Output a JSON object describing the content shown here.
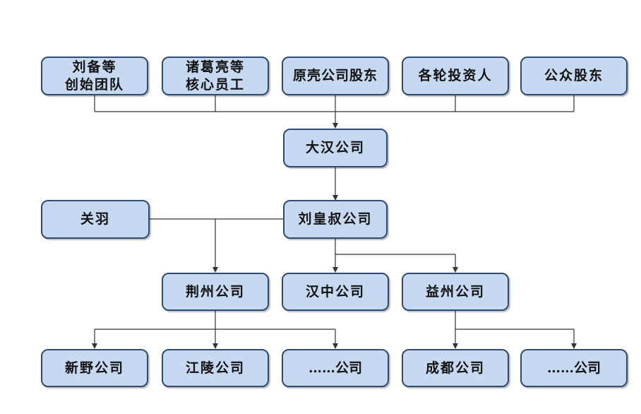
{
  "diagram": {
    "nodes": {
      "founders": {
        "line1": "刘备等",
        "line2": "创始团队"
      },
      "core_staff": {
        "line1": "诸葛亮等",
        "line2": "核心员工"
      },
      "original_shareholders": "原壳公司股东",
      "investors": "各轮投资人",
      "public_shareholders": "公众股东",
      "dahan": "大汉公司",
      "liuhuangshu": "刘皇叔公司",
      "guanyu": "关羽",
      "jingzhou": "荆州公司",
      "hanzhong": "汉中公司",
      "yizhou": "益州公司",
      "xinye": "新野公司",
      "jiangling": "江陵公司",
      "others_jingzhou": "……公司",
      "chengdu": "成都公司",
      "others_yizhou": "……公司"
    }
  },
  "colors": {
    "node_fill": "#c6d9f1",
    "node_border": "#2f4b73",
    "connector": "#333333"
  }
}
